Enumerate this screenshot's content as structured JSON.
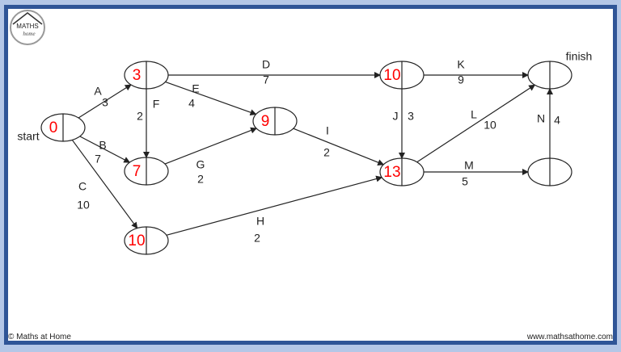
{
  "logo": {
    "text": "MATHS at home"
  },
  "footer": {
    "left": "© Maths at Home",
    "right": "www.mathsathome.com"
  },
  "diagram": {
    "start_label": "start",
    "finish_label": "finish",
    "nodes": [
      {
        "id": "start",
        "value": "0"
      },
      {
        "id": "n3",
        "value": "3"
      },
      {
        "id": "n7",
        "value": "7"
      },
      {
        "id": "n9",
        "value": "9"
      },
      {
        "id": "n10a",
        "value": "10"
      },
      {
        "id": "n10b",
        "value": "10"
      },
      {
        "id": "n13",
        "value": "13"
      },
      {
        "id": "n5",
        "value": ""
      },
      {
        "id": "finish",
        "value": ""
      }
    ],
    "edges": [
      {
        "activity": "A",
        "duration": "3",
        "from": "start",
        "to": "n3"
      },
      {
        "activity": "B",
        "duration": "7",
        "from": "start",
        "to": "n7"
      },
      {
        "activity": "C",
        "duration": "10",
        "from": "start",
        "to": "n10a"
      },
      {
        "activity": "D",
        "duration": "7",
        "from": "n3",
        "to": "n10b"
      },
      {
        "activity": "E",
        "duration": "4",
        "from": "n3",
        "to": "n9"
      },
      {
        "activity": "F",
        "duration": "2",
        "from": "n3",
        "to": "n7"
      },
      {
        "activity": "G",
        "duration": "2",
        "from": "n7",
        "to": "n9"
      },
      {
        "activity": "H",
        "duration": "2",
        "from": "n10a",
        "to": "n13"
      },
      {
        "activity": "I",
        "duration": "2",
        "from": "n9",
        "to": "n13"
      },
      {
        "activity": "J",
        "duration": "3",
        "from": "n10b",
        "to": "n13"
      },
      {
        "activity": "K",
        "duration": "9",
        "from": "n10b",
        "to": "finish"
      },
      {
        "activity": "L",
        "duration": "10",
        "from": "n13",
        "to": "finish"
      },
      {
        "activity": "M",
        "duration": "5",
        "from": "n13",
        "to": "n5"
      },
      {
        "activity": "N",
        "duration": "4",
        "from": "n5",
        "to": "finish"
      }
    ]
  }
}
